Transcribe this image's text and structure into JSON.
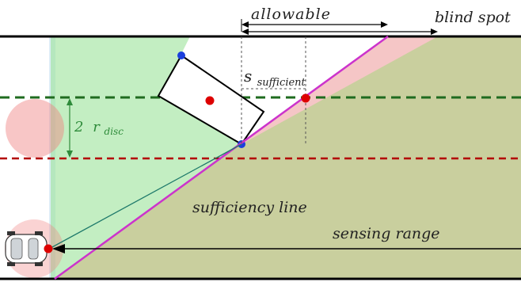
{
  "labels": {
    "allowable": "allowable",
    "blind_spot": "blind spot",
    "s_main": "s",
    "s_sub": "sufficient",
    "r_coef": "2",
    "r_main": "r",
    "r_sub": "disc",
    "sufficiency_line": "sufficiency line",
    "sensing_range": "sensing range"
  },
  "colors": {
    "road_edge": "#000000",
    "lane_dashed_top": "#1f6b1f",
    "lane_dashed_mid": "#b30000",
    "green_region": "#9be39a",
    "olive_region": "#c9cf9e",
    "blind_spot_region": "#f5c6c6",
    "sufficiency_line": "#cc33cc",
    "sight_line": "#1f7a6b",
    "ego_point": "#dd0000",
    "corner_point": "#1a3fdd",
    "disc": "#f08080"
  }
}
